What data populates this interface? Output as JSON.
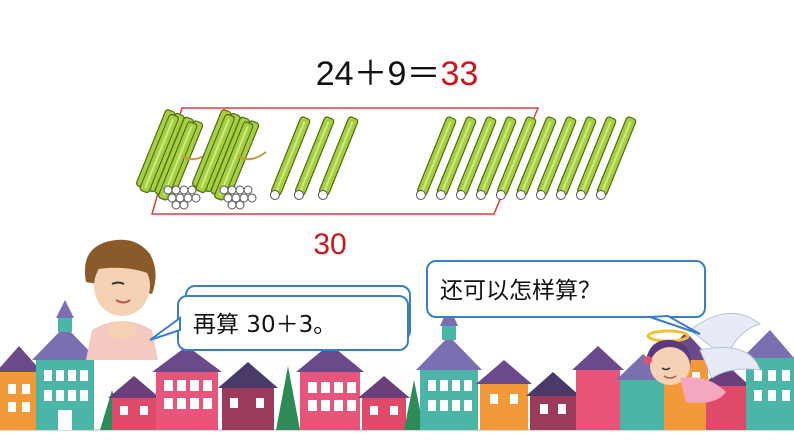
{
  "equation": {
    "left": "24＋9＝",
    "answer": "33"
  },
  "tens_label": "30",
  "bubbles": {
    "girl": "再算 30＋3。",
    "fairy": "还可以怎样算？"
  },
  "sticks": {
    "bundles_of_ten": 2,
    "single_sticks": 13
  },
  "colors": {
    "stick": "#a6cf3e",
    "accent_red": "#d0161c",
    "bubble_border": "#3a7ec8"
  }
}
